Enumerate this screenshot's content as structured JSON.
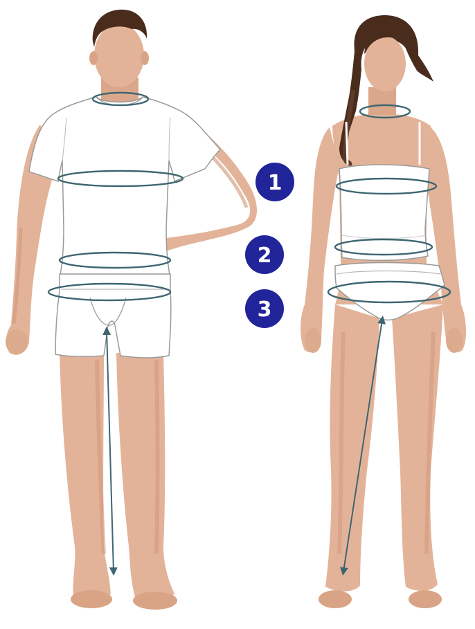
{
  "colors": {
    "skin": "#e3b399",
    "skin_shadow": "#cf9678",
    "skin_dark": "#b9795c",
    "hair": "#4a2c1d",
    "hair_light": "#5b3a28",
    "garment": "#ffffff",
    "garment_line": "#9a9a9a",
    "tape": "#3e6670",
    "badge": "#22249a",
    "badge_text": "#ffffff"
  },
  "figures": [
    {
      "id": "man",
      "label": ""
    },
    {
      "id": "woman",
      "label": ""
    }
  ],
  "measurements": [
    {
      "number": "1",
      "part": "chest",
      "icon": "number-badge"
    },
    {
      "number": "2",
      "part": "waist",
      "icon": "number-badge"
    },
    {
      "number": "3",
      "part": "hips",
      "icon": "number-badge"
    }
  ],
  "extra_measures": [
    "neck",
    "inseam"
  ]
}
